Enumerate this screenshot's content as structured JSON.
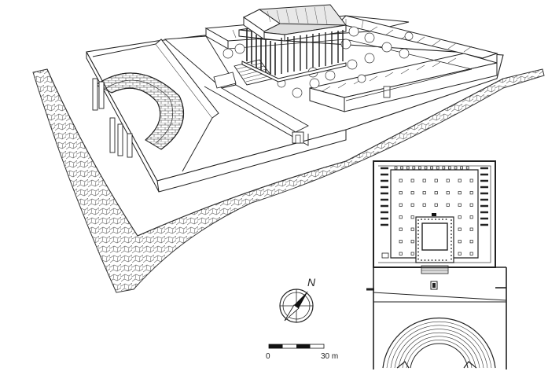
{
  "figure": {
    "compass": {
      "north_label": "N"
    },
    "scale_bar": {
      "start_label": "0",
      "end_label": "30 m",
      "segments": 4
    },
    "colors": {
      "ink": "#222222",
      "light_ink": "#555555",
      "fill": "#ffffff",
      "shade": "#e6e6e6",
      "dark": "#111111"
    }
  }
}
